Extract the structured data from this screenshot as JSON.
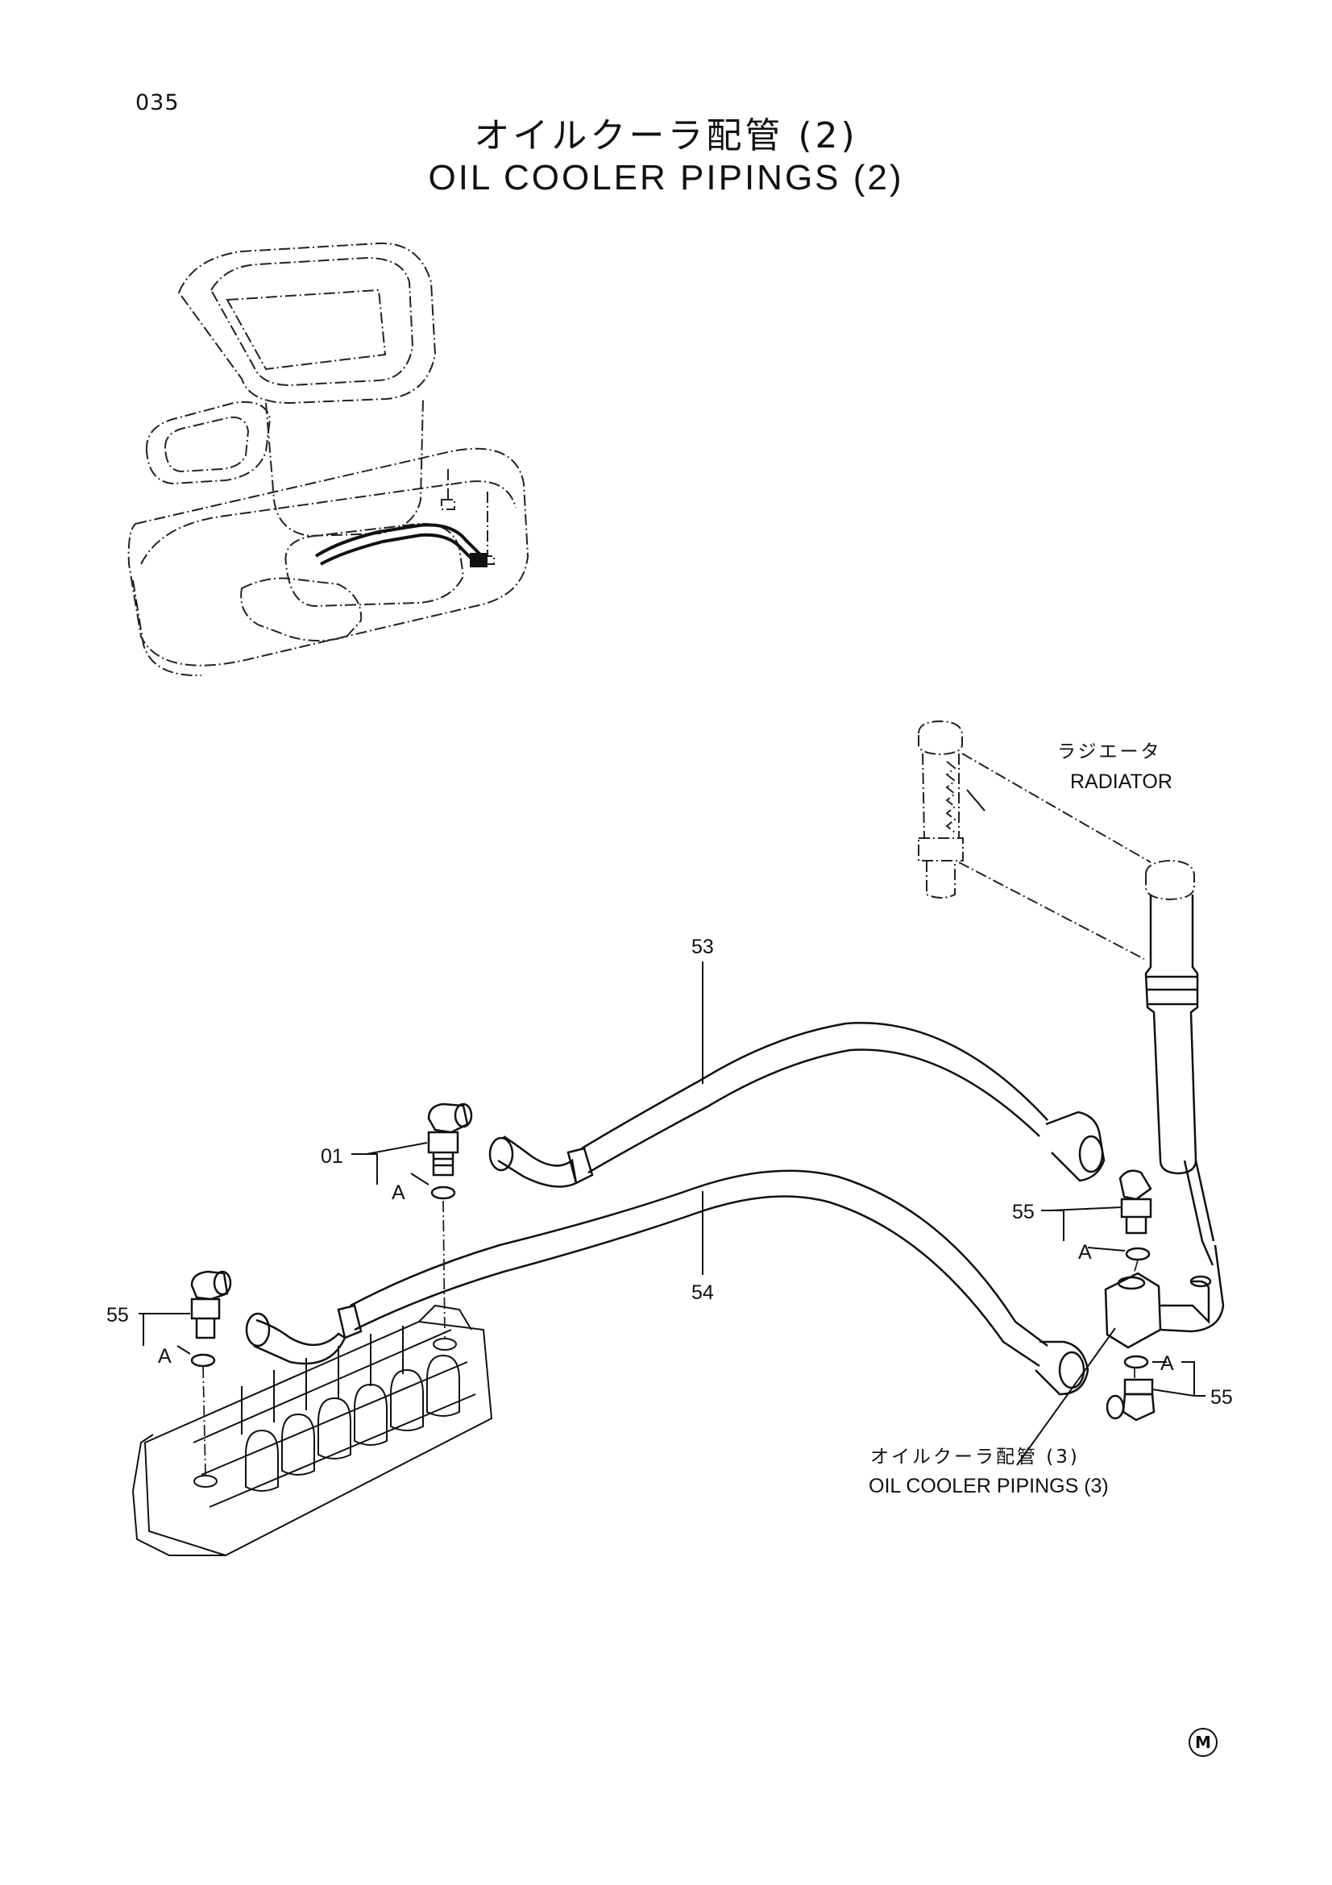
{
  "page_number": "035",
  "title_jp": "オイルクーラ配管 (2)",
  "title_en": "OIL COOLER PIPINGS (2)",
  "callouts": {
    "hose_upper": "53",
    "hose_lower": "54",
    "part_01": "01",
    "part_55_left": "55",
    "part_55_right_upper": "55",
    "part_55_right_lower": "55",
    "oring_a": "A"
  },
  "radiator": {
    "label_jp": "ラジエータ",
    "label_en": "RADIATOR"
  },
  "ref_pipings_3": {
    "label_jp": "オイルクーラ配管 (3)",
    "label_en": "OIL COOLER PIPINGS (3)"
  },
  "corner_mark": "M"
}
